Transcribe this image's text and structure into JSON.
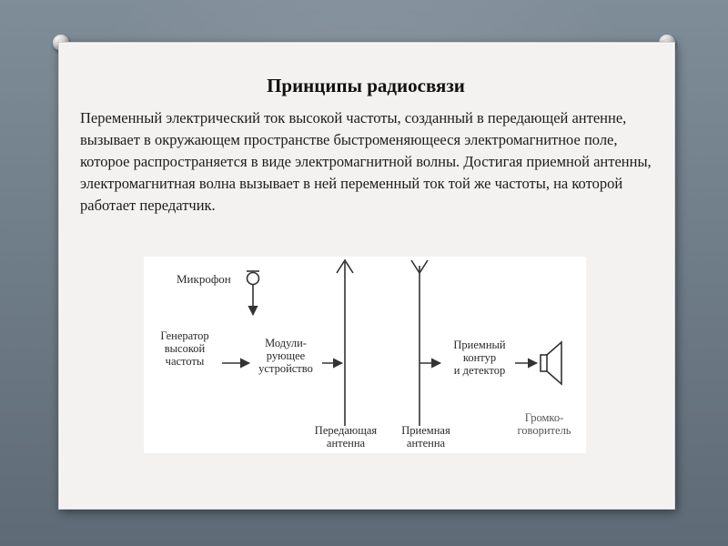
{
  "slide": {
    "title": "Принципы радиосвязи",
    "paragraph": "Переменный электрический ток высокой частоты, созданный в передающей антенне, вызывает в окружающем пространстве быстроменяющееся электромагнитное поле, которое распространяется в виде электромагнитной волны. Достигая приемной антенны, электромагнитная волна вызывает в ней переменный ток той же частоты, на которой работает передатчик."
  },
  "diagram": {
    "microphone": "Микрофон",
    "generator": "Генератор\nвысокой\nчастоты",
    "modulator": "Модули-\nрующее\nустройство",
    "receiver": "Приемный\nконтур\nи детектор",
    "tx_antenna": "Передающая\nантенна",
    "rx_antenna": "Приемная\nантенна",
    "speaker": "Громко-\nговоритель"
  },
  "colors": {
    "background": "#7f8d99",
    "card": "#f3f2f0",
    "text": "#111111"
  },
  "icons": {
    "pins": "pushpin-icon",
    "microphone": "microphone-icon",
    "speaker": "speaker-icon"
  }
}
